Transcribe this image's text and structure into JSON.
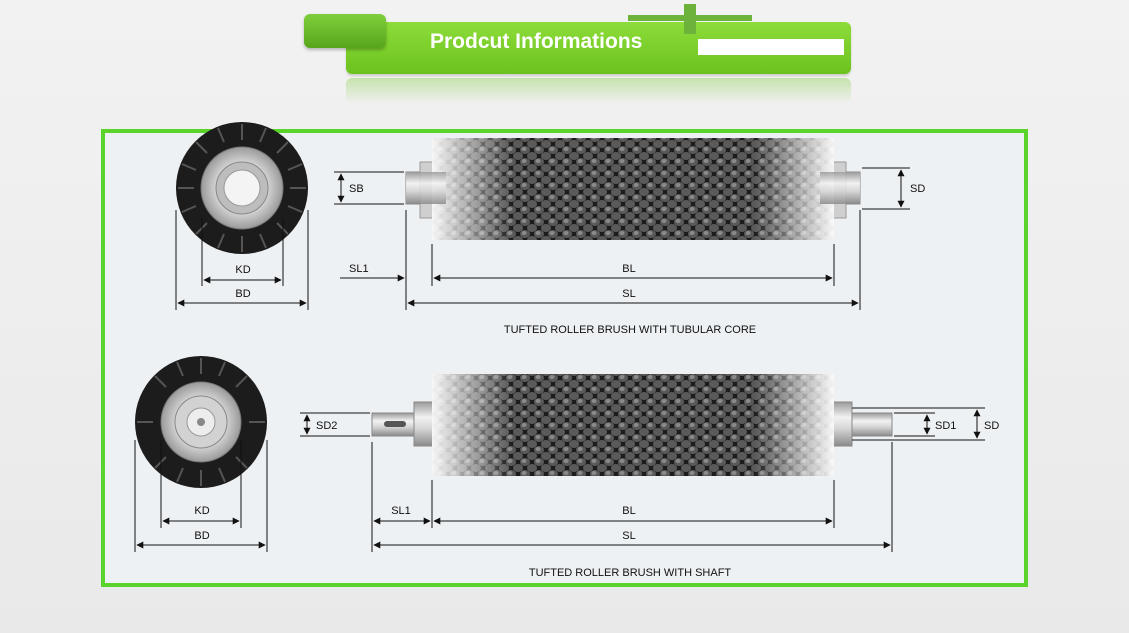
{
  "header": {
    "title": "Prodcut Informations"
  },
  "diagram_top": {
    "caption": "TUFTED ROLLER BRUSH WITH TUBULAR CORE",
    "labels": {
      "sb": "SB",
      "sd": "SD",
      "kd": "KD",
      "bd": "BD",
      "sl1": "SL1",
      "bl": "BL",
      "sl": "SL"
    }
  },
  "diagram_bottom": {
    "caption": "TUFTED ROLLER BRUSH WITH SHAFT",
    "labels": {
      "sd2": "SD2",
      "sd1": "SD1",
      "sd": "SD",
      "kd": "KD",
      "bd": "BD",
      "sl1": "SL1",
      "bl": "BL",
      "sl": "SL"
    }
  },
  "colors": {
    "accent_green": "#5ad42a",
    "header_green": "#7fd030",
    "brush_dark": "#1a1a1a"
  }
}
